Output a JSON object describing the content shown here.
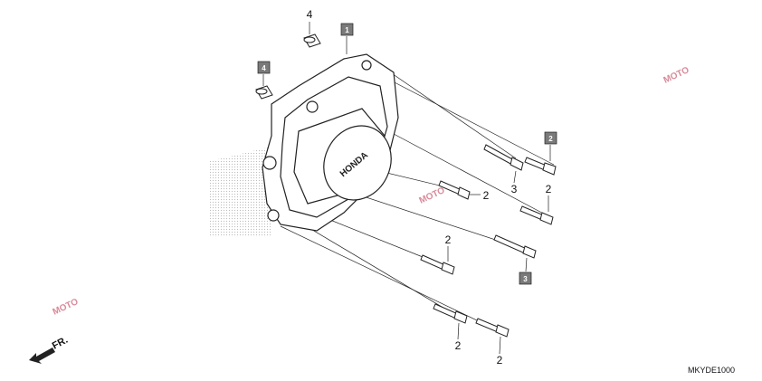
{
  "diagram": {
    "callouts": {
      "c4_top": "4",
      "c4_boxed": "4",
      "c1_boxed": "1",
      "c2_boxed": "2",
      "c3_plain": "3",
      "c2_a": "2",
      "c2_b": "2",
      "c2_c": "2",
      "c3_boxed": "3",
      "c2_d": "2",
      "c2_e": "2"
    },
    "diagram_code": "MKYDE1000",
    "front_marker": "FR.",
    "logo_text": "HONDA",
    "watermark": "MOTO",
    "colors": {
      "box_fill": "#7a7a7a",
      "line": "#222222",
      "watermark": "#d98a9a"
    }
  }
}
